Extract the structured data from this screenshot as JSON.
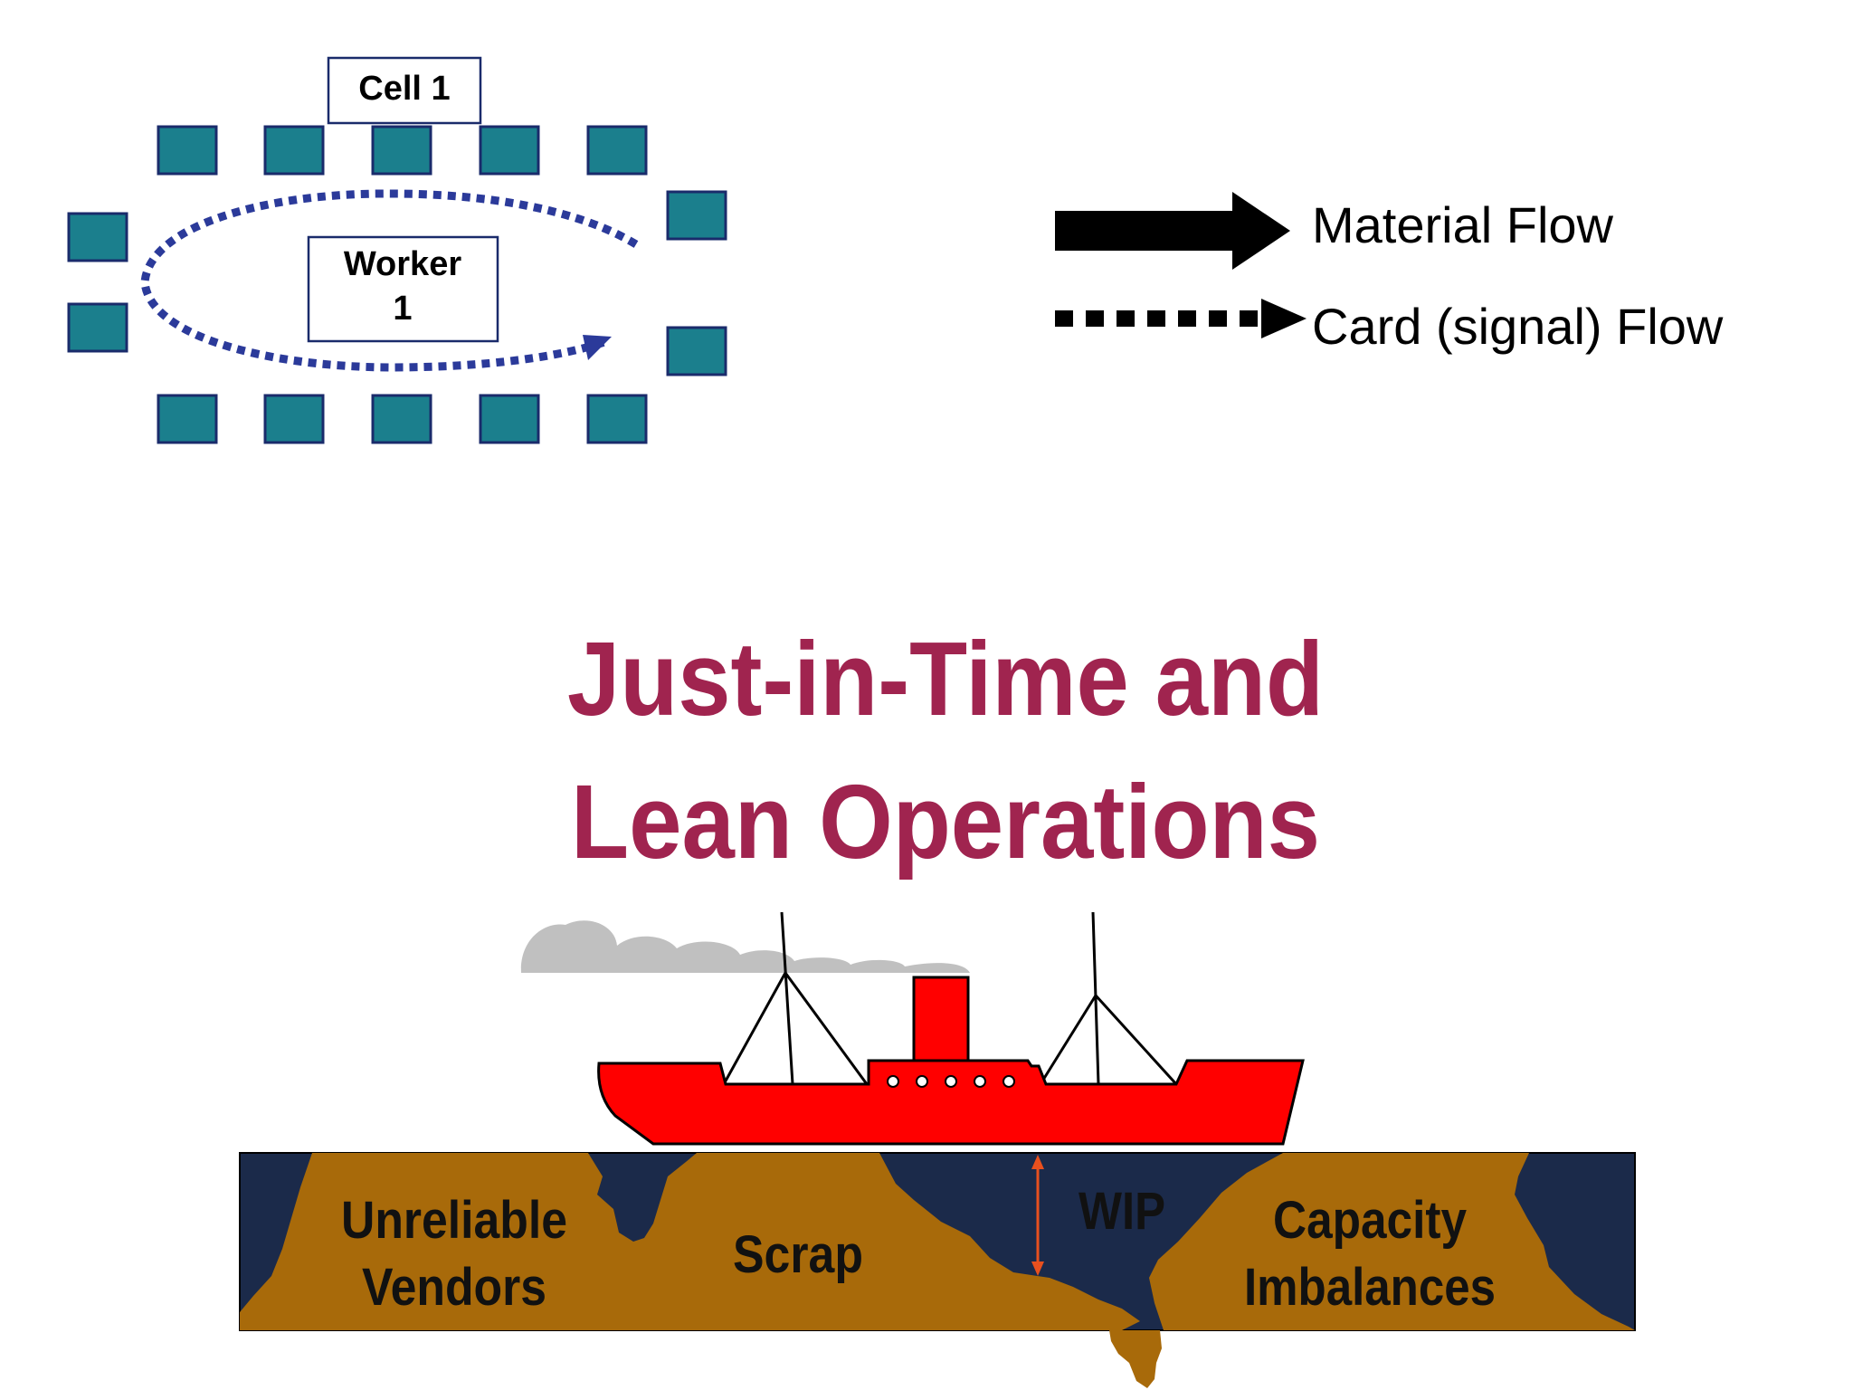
{
  "cell_diagram": {
    "cell_label": "Cell 1",
    "worker_label_line1": "Worker",
    "worker_label_line2": "1"
  },
  "legend": {
    "material_flow": "Material Flow",
    "card_flow": "Card (signal) Flow"
  },
  "title": {
    "line1": "Just-in-Time and",
    "line2": "Lean Operations"
  },
  "rocks": {
    "unreliable_line1": "Unreliable",
    "unreliable_line2": "Vendors",
    "scrap": "Scrap",
    "wip": "WIP",
    "capacity_line1": "Capacity",
    "capacity_line2": "Imbalances"
  },
  "colors": {
    "workstation": "#1b7f8d",
    "workstation_border": "#1a2b6b",
    "dotted_path": "#2b3a9a",
    "title": "#a0244f",
    "ship": "#ff0000",
    "water": "#1b2a4a",
    "rock": "#a86a0a",
    "smoke": "#c0c0c0",
    "wip_arrow": "#e8501e"
  }
}
